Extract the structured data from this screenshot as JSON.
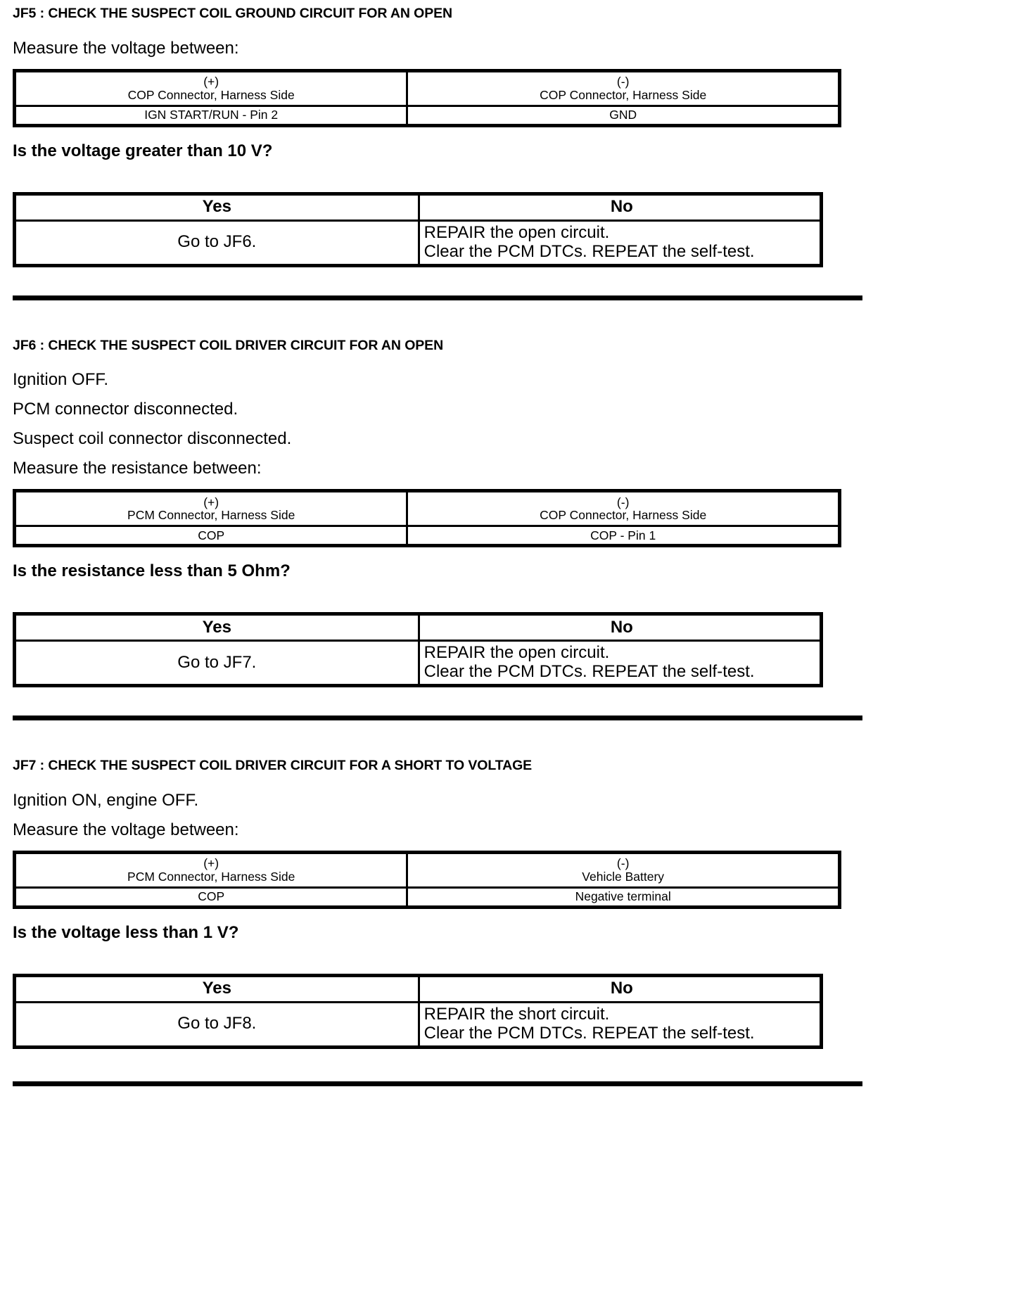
{
  "document": {
    "type": "diagnostic-pinpoint-test",
    "measure_header_plus": "(+)",
    "measure_header_minus": "(-)",
    "yes_label": "Yes",
    "no_label": "No"
  },
  "sections": [
    {
      "id": "JF5",
      "title": "JF5 : CHECK THE SUSPECT COIL GROUND CIRCUIT FOR AN OPEN",
      "conditions": [],
      "instruction": "Measure the voltage between:",
      "measure_table": {
        "plus_sign": "(+)",
        "plus_connector": "COP Connector, Harness Side",
        "minus_sign": "(-)",
        "minus_connector": "COP Connector, Harness Side",
        "plus_value": "IGN START/RUN - Pin 2",
        "minus_value": "GND"
      },
      "question": "Is the voltage greater than 10 V?",
      "decision": {
        "yes_label": "Yes",
        "no_label": "No",
        "yes_action": "Go to JF6.",
        "no_action_line1": "REPAIR the open circuit.",
        "no_action_line2": "Clear the PCM DTCs. REPEAT the self-test."
      }
    },
    {
      "id": "JF6",
      "title": "JF6 : CHECK THE SUSPECT COIL DRIVER CIRCUIT FOR AN OPEN",
      "conditions": [
        "Ignition OFF.",
        "PCM connector disconnected.",
        "Suspect coil connector disconnected."
      ],
      "instruction": "Measure the resistance between:",
      "measure_table": {
        "plus_sign": "(+)",
        "plus_connector": "PCM Connector, Harness Side",
        "minus_sign": "(-)",
        "minus_connector": "COP Connector, Harness Side",
        "plus_value": "COP",
        "minus_value": "COP - Pin 1"
      },
      "question": "Is the resistance less than 5 Ohm?",
      "decision": {
        "yes_label": "Yes",
        "no_label": "No",
        "yes_action": "Go to JF7.",
        "no_action_line1": "REPAIR the open circuit.",
        "no_action_line2": "Clear the PCM DTCs. REPEAT the self-test."
      }
    },
    {
      "id": "JF7",
      "title": "JF7 : CHECK THE SUSPECT COIL DRIVER CIRCUIT FOR A SHORT TO VOLTAGE",
      "conditions": [
        "Ignition ON, engine OFF."
      ],
      "instruction": "Measure the voltage between:",
      "measure_table": {
        "plus_sign": "(+)",
        "plus_connector": "PCM Connector, Harness Side",
        "minus_sign": "(-)",
        "minus_connector": "Vehicle Battery",
        "plus_value": "COP",
        "minus_value": "Negative terminal"
      },
      "question": "Is the voltage less than 1 V?",
      "decision": {
        "yes_label": "Yes",
        "no_label": "No",
        "yes_action": "Go to JF8.",
        "no_action_line1": "REPAIR the short circuit.",
        "no_action_line2": "Clear the PCM DTCs. REPEAT the self-test."
      }
    }
  ]
}
